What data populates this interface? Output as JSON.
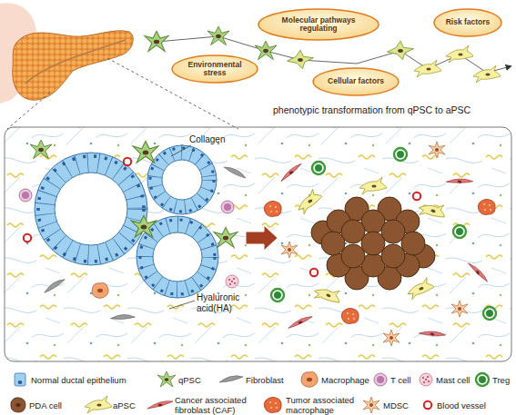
{
  "diagram": {
    "nodes": [
      {
        "text": [
          "Molecular pathways regulating"
        ]
      },
      {
        "text": [
          "Risk factors"
        ]
      },
      {
        "text": [
          "Environmental stress"
        ]
      },
      {
        "text": [
          "Cellular factors"
        ]
      }
    ],
    "labels": [
      "phenotypic transformation from qPSC to aPSC",
      "Collagen",
      "Hyaluronic acid(HA)"
    ],
    "legend": [
      {
        "text": "Normal ductal epithelium"
      },
      {
        "text": "qPSC"
      },
      {
        "text": "Fibroblast"
      },
      {
        "text": "Macrophage"
      },
      {
        "text": "T cell"
      },
      {
        "text": "Mast cell"
      },
      {
        "text": "Treg"
      },
      {
        "text": "PDA cell"
      },
      {
        "text": "aPSC"
      },
      {
        "text": "Cancer associated fibroblast (CAF)"
      },
      {
        "text": "Tumor associated macrophage"
      },
      {
        "text": "MDSC"
      },
      {
        "text": "Blood vessel"
      }
    ]
  }
}
